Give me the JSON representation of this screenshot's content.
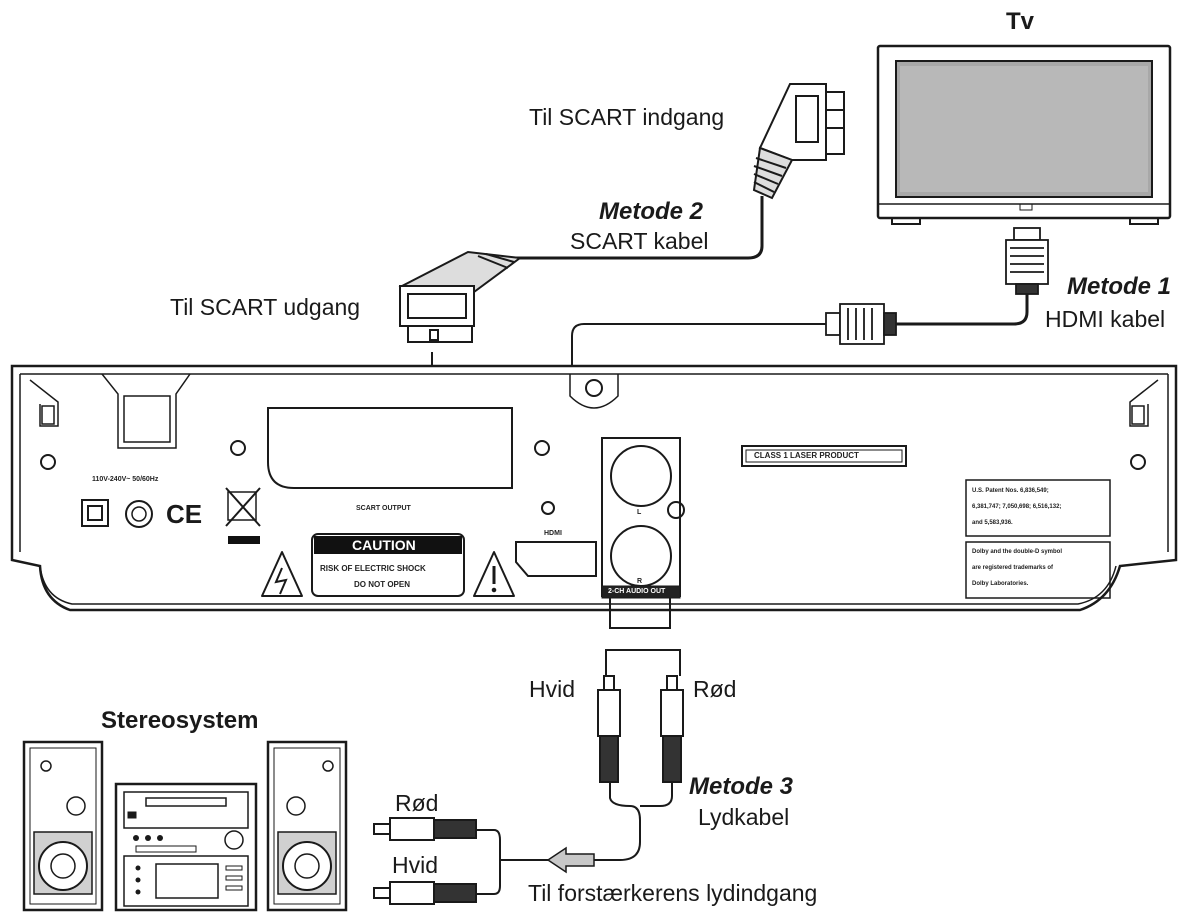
{
  "labels": {
    "tv": "Tv",
    "stereo": "Stereosystem",
    "scart_in": "Til SCART indgang",
    "scart_out": "Til SCART udgang",
    "method2_title": "Metode 2",
    "method2_sub": "SCART kabel",
    "method1_title": "Metode 1",
    "method1_sub": "HDMI kabel",
    "method3_title": "Metode 3",
    "method3_sub": "Lydkabel",
    "white_top": "Hvid",
    "red_top": "Rød",
    "red_left": "Rød",
    "white_left": "Hvid",
    "amp_input": "Til forstærkerens lydindgang"
  },
  "panel": {
    "voltage": "110V-240V~  50/60Hz",
    "scart_output": "SCART OUTPUT",
    "caution": "CAUTION",
    "shock1": "RISK OF ELECTRIC SHOCK",
    "shock2": "DO NOT OPEN",
    "hdmi": "HDMI",
    "laser": "CLASS 1 LASER PRODUCT",
    "audio_out": "2-CH AUDIO OUT",
    "audio_l": "L",
    "audio_r": "R",
    "ce": "CE",
    "patent": [
      "U.S. Patent Nos. 6,836,549;",
      "6,381,747; 7,050,698; 6,516,132;",
      "and 5,583,936."
    ],
    "dolby": [
      "Dolby and the double-D symbol",
      "are registered trademarks of",
      "Dolby Laboratories."
    ]
  }
}
